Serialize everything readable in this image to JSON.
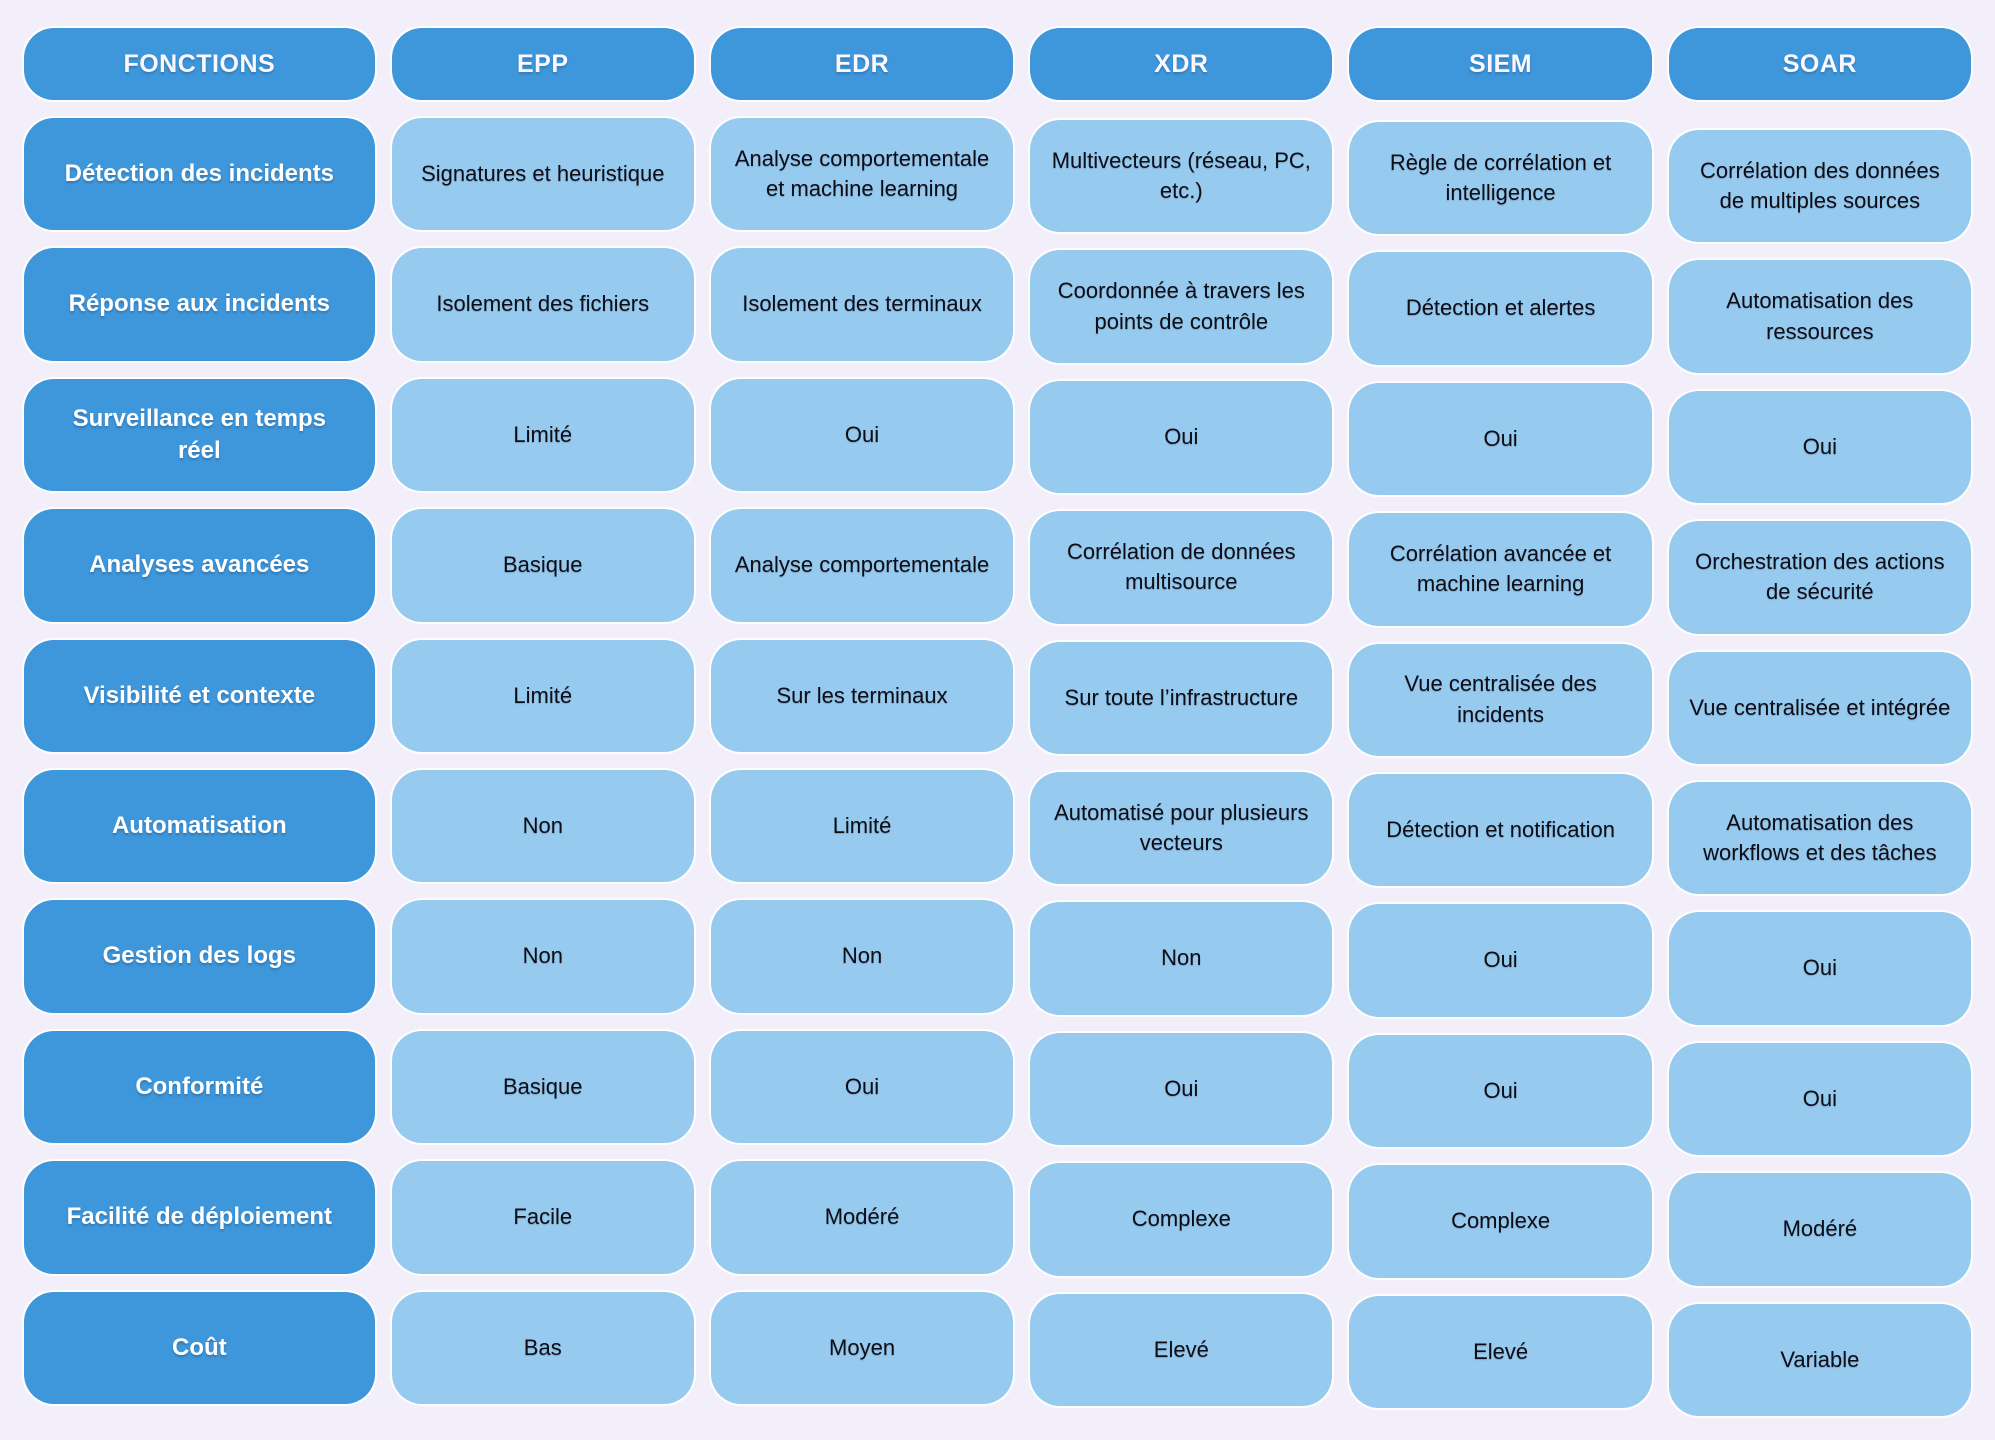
{
  "colors": {
    "page_background": "#F3EFFA",
    "header_pill": "#3E96DB",
    "row_label_pill": "#3E96DB",
    "cell_pill": "#96CBEF",
    "header_text": "#FFFFFF",
    "cell_text": "#0D0D16"
  },
  "table": {
    "headers": [
      "FONCTIONS",
      "EPP",
      "EDR",
      "XDR",
      "SIEM",
      "SOAR"
    ],
    "rows": [
      {
        "label": "Détection des incidents",
        "values": [
          "Signatures et heuristique",
          "Analyse comportementale et machine learning",
          "Multivecteurs (réseau, PC, etc.)",
          "Règle de corrélation et intelligence",
          "Corrélation des données de multiples sources"
        ]
      },
      {
        "label": "Réponse aux incidents",
        "values": [
          "Isolement des fichiers",
          "Isolement des terminaux",
          "Coordonnée à travers les points de contrôle",
          "Détection et alertes",
          "Automatisation des ressources"
        ]
      },
      {
        "label": "Surveillance en temps réel",
        "values": [
          "Limité",
          "Oui",
          "Oui",
          "Oui",
          "Oui"
        ]
      },
      {
        "label": "Analyses avancées",
        "values": [
          "Basique",
          "Analyse comportementale",
          "Corrélation de données multisource",
          "Corrélation avancée et machine learning",
          "Orchestration des actions de sécurité"
        ]
      },
      {
        "label": "Visibilité et contexte",
        "values": [
          "Limité",
          "Sur les terminaux",
          "Sur toute l’infrastructure",
          "Vue centralisée des incidents",
          "Vue centralisée et intégrée"
        ]
      },
      {
        "label": "Automatisation",
        "values": [
          "Non",
          "Limité",
          "Automatisé pour plusieurs vecteurs",
          "Détection et notification",
          "Automatisation des workflows et des tâches"
        ]
      },
      {
        "label": "Gestion des logs",
        "values": [
          "Non",
          "Non",
          "Non",
          "Oui",
          "Oui"
        ]
      },
      {
        "label": "Conformité",
        "values": [
          "Basique",
          "Oui",
          "Oui",
          "Oui",
          "Oui"
        ]
      },
      {
        "label": "Facilité de déploiement",
        "values": [
          "Facile",
          "Modéré",
          "Complexe",
          "Complexe",
          "Modéré"
        ]
      },
      {
        "label": "Coût",
        "values": [
          "Bas",
          "Moyen",
          "Elevé",
          "Elevé",
          "Variable"
        ]
      }
    ]
  }
}
